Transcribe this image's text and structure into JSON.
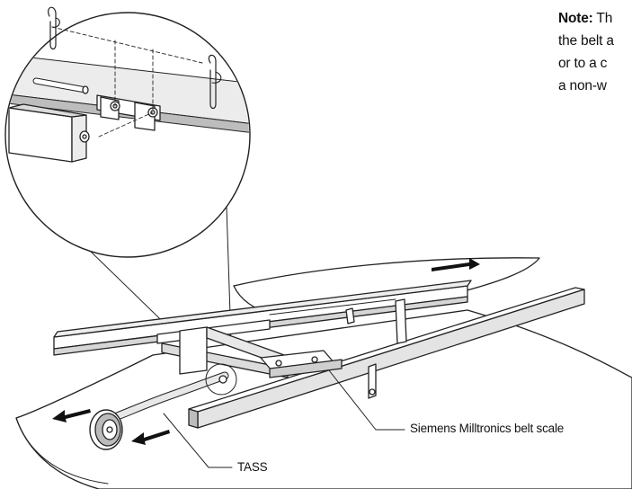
{
  "note": {
    "label": "Note:",
    "line1": " Th",
    "line2": "the belt a",
    "line3": "or to a c",
    "line4": "a non-w"
  },
  "callouts": {
    "belt_scale": "Siemens Milltronics belt scale",
    "tass": "TASS"
  },
  "icons": [
    "hitch-pin-icon",
    "arrow-icon"
  ],
  "colors": {
    "line": "#222222",
    "fill": "#ffffff",
    "shade": "#dcdcdc",
    "shade_dark": "#b5b5b5"
  }
}
